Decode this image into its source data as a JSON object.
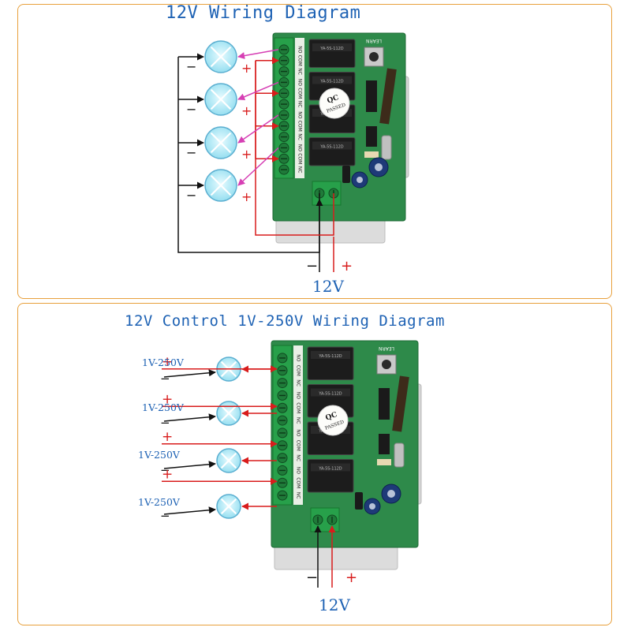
{
  "top_diagram": {
    "title": "12V Wiring Diagram",
    "supply_label": "12V",
    "minus_sign": "−",
    "plus_sign": "+",
    "lamp_count": 4
  },
  "bottom_diagram": {
    "title": "12V Control 1V-250V Wiring Diagram",
    "supply_label": "12V",
    "load_range_label": "1V-250V",
    "minus_sign": "−",
    "plus_sign": "+",
    "lamp_count": 4
  },
  "board": {
    "badge_line1": "QC",
    "badge_line2": "PASSED",
    "button_label": "LEARN",
    "terminal_labels": [
      "NO",
      "COM",
      "NC",
      "NO",
      "COM",
      "NC",
      "NO",
      "COM",
      "NC",
      "NO",
      "COM",
      "NC"
    ],
    "relay_label": "YA-5S-112D"
  },
  "colors": {
    "title_blue": "#1e62b4",
    "frame_orange": "#e8a03c",
    "wire_black": "#111111",
    "wire_red": "#d81c1c",
    "wire_magenta": "#d63fb4",
    "pcb_green": "#2e8a4a",
    "terminal_green": "#27a04a",
    "lamp_cyan": "#9ee4f4"
  }
}
